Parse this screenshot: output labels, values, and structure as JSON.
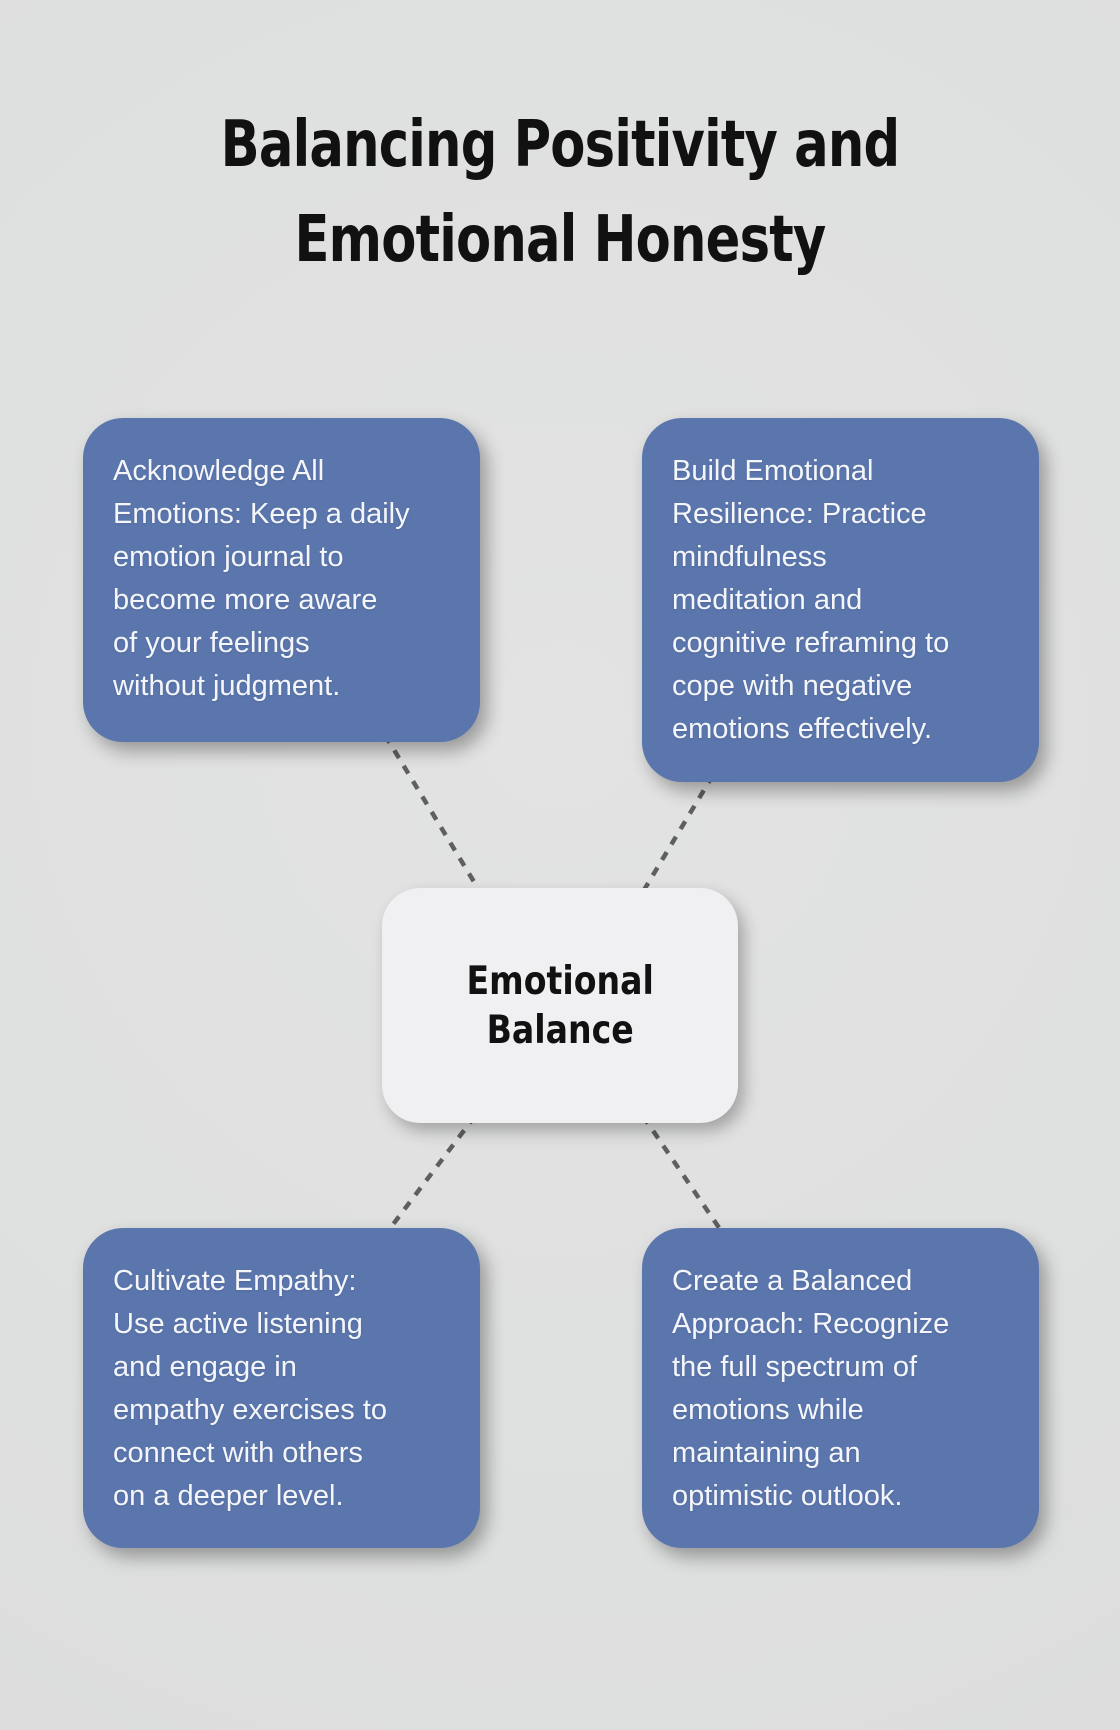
{
  "title": "Balancing Positivity and\nEmotional Honesty",
  "center_node": {
    "label": "Emotional\nBalance"
  },
  "nodes": [
    {
      "id": "acknowledge-all-emotions",
      "position": "top-left",
      "text": "Acknowledge All\nEmotions: Keep a daily\nemotion journal to\nbecome more aware\nof your feelings\nwithout judgment."
    },
    {
      "id": "build-emotional-resilience",
      "position": "top-right",
      "text": "Build Emotional\nResilience: Practice\nmindfulness\nmeditation and\ncognitive reframing to\ncope with negative\nemotions effectively."
    },
    {
      "id": "cultivate-empathy",
      "position": "bottom-left",
      "text": "Cultivate Empathy:\nUse active listening\nand engage in\nempathy exercises to\nconnect with others\non a deeper level."
    },
    {
      "id": "create-balanced-approach",
      "position": "bottom-right",
      "text": "Create a Balanced\nApproach: Recognize\nthe full spectrum of\nemotions while\nmaintaining an\noptimistic outlook."
    }
  ],
  "colors": {
    "background": "#e0e1e0",
    "node_fill": "#5b76ad",
    "node_text": "#f4f6fa",
    "center_fill": "#f0f0f2",
    "title_text": "#111111",
    "connector": "#5f5f5f"
  }
}
